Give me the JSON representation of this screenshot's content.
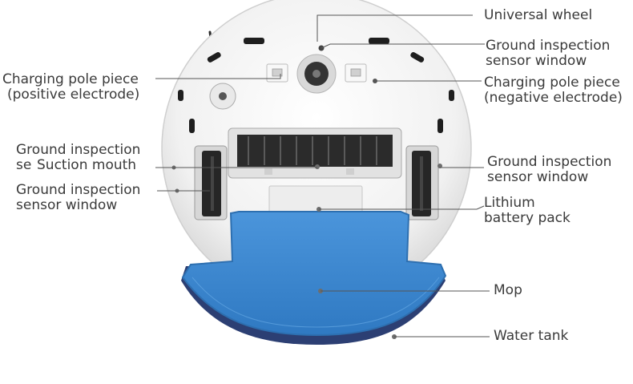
{
  "labels": {
    "universal_wheel": "Universal wheel",
    "ground_sensor_top_right": [
      "Ground inspection",
      "sensor window"
    ],
    "charging_negative": [
      "Charging pole piece",
      "(negative electrode)"
    ],
    "charging_positive": [
      "Charging pole piece",
      "(positive electrode)"
    ],
    "ground_sensor_left_upper": [
      "Ground inspection",
      "se"
    ],
    "suction_mouth": "Suction mouth",
    "ground_sensor_left_lower": [
      "Ground inspection",
      "sensor window"
    ],
    "ground_sensor_right": [
      "Ground inspection",
      "sensor window"
    ],
    "battery_pack": [
      "Lithium",
      "battery pack"
    ],
    "mop": "Mop",
    "water_tank": "Water tank"
  },
  "colors": {
    "body": "#f3f3f3",
    "mop": "#3a86cf",
    "mop_edge": "#2d6fb0",
    "tank": "#2c3f73",
    "brush": "#2a2a2a",
    "leader_line": "#555555",
    "label_text": "#3a3a3a"
  }
}
